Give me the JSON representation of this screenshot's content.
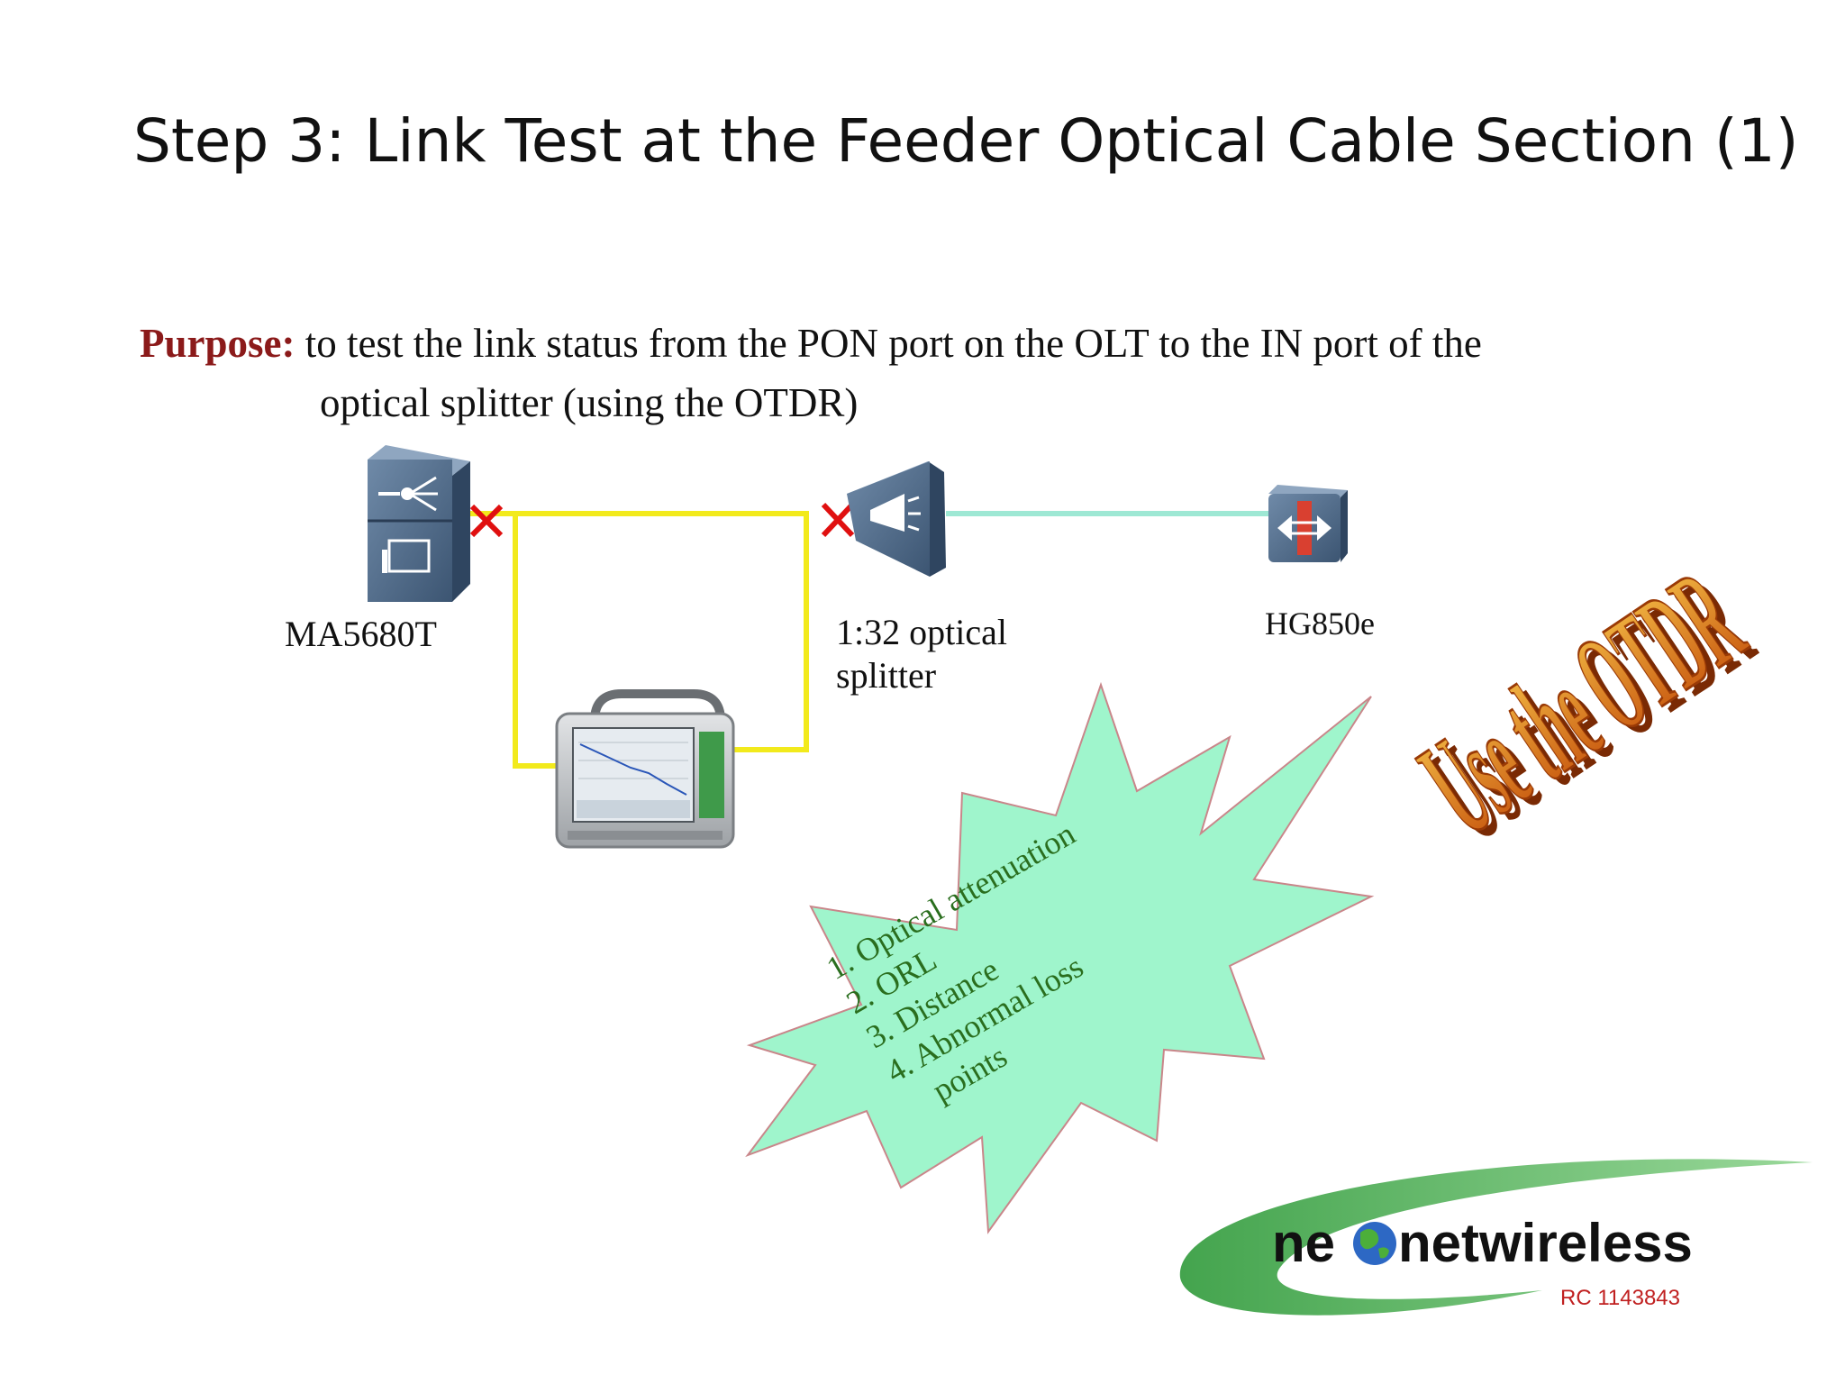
{
  "slide": {
    "title": "Step 3: Link Test at the Feeder Optical Cable Section (1)",
    "purpose_label": "Purpose:",
    "purpose_line1": "to test the link status from the PON port on the OLT to the IN port of the",
    "purpose_line2": "optical splitter (using the OTDR)"
  },
  "devices": {
    "olt": {
      "label": "MA5680T",
      "icon": "olt-chassis-icon"
    },
    "splitter": {
      "label_line1": "1:32 optical",
      "label_line2": "splitter",
      "icon": "splitter-icon"
    },
    "ont": {
      "label": "HG850e",
      "icon": "ont-icon"
    },
    "otdr": {
      "icon": "otdr-device-icon"
    }
  },
  "callout": {
    "items": [
      "1. Optical attenuation",
      "2. ORL",
      "3. Distance",
      "4. Abnormal loss",
      "points"
    ]
  },
  "wordart": {
    "text": "Use the OTDR"
  },
  "logo": {
    "brand_prefix": "ne",
    "brand_suffix": "netwireless",
    "reg_number": "RC 1143843"
  },
  "colors": {
    "test_link": "#f2ea1c",
    "fiber_link": "#9ee8d4",
    "cut_mark": "#e01010",
    "callout_fill": "#9ff5cc",
    "wordart": "#e06a10",
    "purpose_label": "#8b1a1a",
    "logo_green": "#3aa63a"
  }
}
